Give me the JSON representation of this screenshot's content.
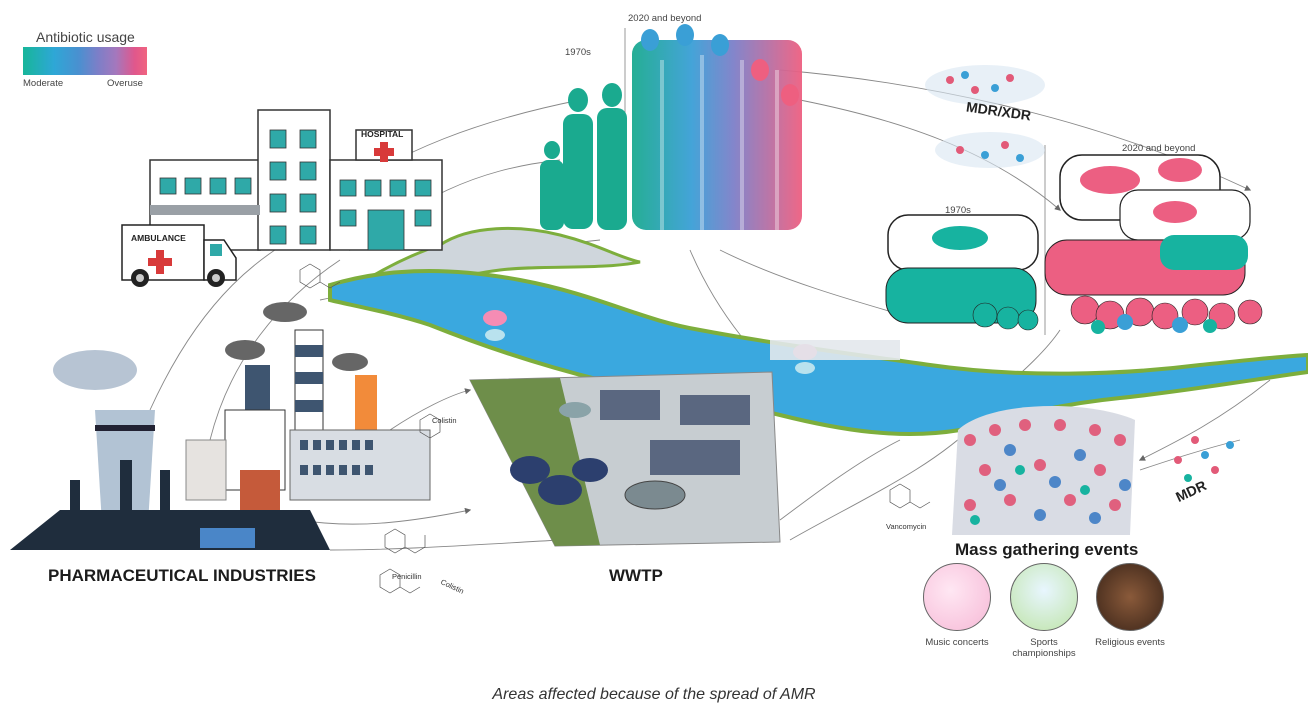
{
  "legend": {
    "title": "Antibiotic usage",
    "low_label": "Moderate",
    "high_label": "Overuse",
    "gradient": [
      "#17b69a",
      "#2ea7d6",
      "#4a90d0",
      "#7b7fc8",
      "#a478bd",
      "#e0578c",
      "#f06480"
    ]
  },
  "humans": {
    "era_past": "1970s",
    "era_future": "2020 and beyond"
  },
  "animals": {
    "era_past": "1970s",
    "era_future": "2020 and beyond"
  },
  "hospital": {
    "sign": "HOSPITAL",
    "ambulance": "AMBULANCE"
  },
  "resistance": {
    "mdr_xdr": "MDR/XDR",
    "mdr": "MDR"
  },
  "drugs": {
    "penicillin": "Penicillin",
    "colistin_a": "Colistin",
    "colistin_b": "Colistin",
    "vancomycin": "Vancomycin"
  },
  "places": {
    "pharma": "PHARMACEUTICAL INDUSTRIES",
    "wwtp": "WWTP",
    "mass": "Mass gathering events"
  },
  "events": [
    {
      "label": "Music concerts"
    },
    {
      "label": "Sports championships"
    },
    {
      "label": "Religious events"
    }
  ],
  "caption": "Areas affected because of the spread of AMR",
  "colors": {
    "teal": "#17b3a0",
    "blue": "#3aa0d8",
    "pink": "#ec5f82",
    "river": "#3aa8df",
    "grass": "#7dae3c",
    "dark": "#1f2d3d"
  }
}
